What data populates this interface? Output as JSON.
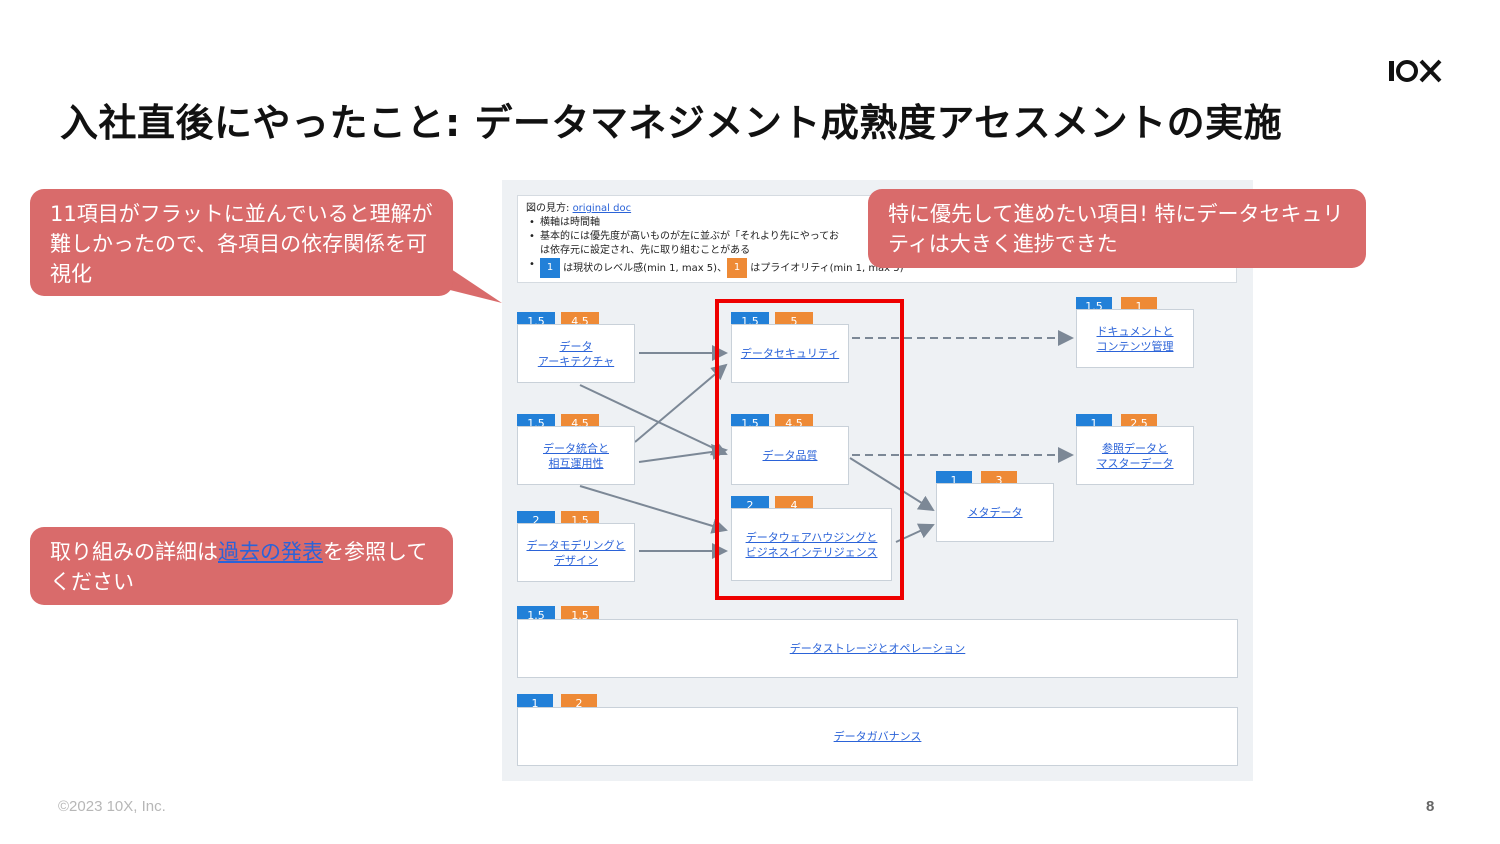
{
  "slide": {
    "title": "入社直後にやったこと: データマネジメント成熟度アセスメントの実施",
    "footer": "©2023 10X, Inc.",
    "page_number": "8",
    "logo_text": "10X"
  },
  "callouts": {
    "left_top": "11項目がフラットに並んでいると理解が難しかったので、各項目の依存関係を可視化",
    "left_bottom_prefix": "取り組みの詳細は",
    "left_bottom_link": "過去の発表",
    "left_bottom_suffix": "を参照してください",
    "right_top": "特に優先して進めたい項目! 特にデータセキュリティは大きく進捗できた"
  },
  "diagram": {
    "note": {
      "heading": "図の見方: ",
      "heading_link": "original doc",
      "line1": "横軸は時間軸",
      "line2a": "基本的には優先度が高いものが左に並ぶが「それより先にやってお",
      "line2b": "は依存元に設定され、先に取り組むことがある",
      "line3_chip1": "1",
      "line3_text1": " は現状のレベル感(min 1, max 5)、",
      "line3_chip2": "1",
      "line3_text2": " はプライオリティ(min 1, max 5)"
    },
    "nodes": {
      "arch": {
        "label1": "データ",
        "label2": "アーキテクチャ",
        "level": "1.5",
        "priority": "4.5"
      },
      "integ": {
        "label1": "データ統合と",
        "label2": "相互運用性",
        "level": "1.5",
        "priority": "4.5"
      },
      "model": {
        "label1": "データモデリングと",
        "label2": "デザイン",
        "level": "2",
        "priority": "1.5"
      },
      "sec": {
        "label1": "データセキュリティ",
        "level": "1.5",
        "priority": "5"
      },
      "qual": {
        "label1": "データ品質",
        "level": "1.5",
        "priority": "4.5"
      },
      "dwh": {
        "label1": "データウェアハウジングと",
        "label2": "ビジネスインテリジェンス",
        "level": "2",
        "priority": "4"
      },
      "meta": {
        "label1": "メタデータ",
        "level": "1",
        "priority": "3"
      },
      "doc": {
        "label1": "ドキュメントと",
        "label2": "コンテンツ管理",
        "level": "1.5",
        "priority": "1"
      },
      "ref": {
        "label1": "参照データと",
        "label2": "マスターデータ",
        "level": "1",
        "priority": "2.5"
      },
      "storage": {
        "label1": "データストレージとオペレーション",
        "level": "1.5",
        "priority": "1.5"
      },
      "gov": {
        "label1": "データガバナンス",
        "level": "1",
        "priority": "2"
      }
    }
  },
  "colors": {
    "callout": "#d96b6b",
    "level": "#2280d8",
    "priority": "#ee8a36",
    "highlight": "#ee0000",
    "link": "#2b63d8"
  }
}
